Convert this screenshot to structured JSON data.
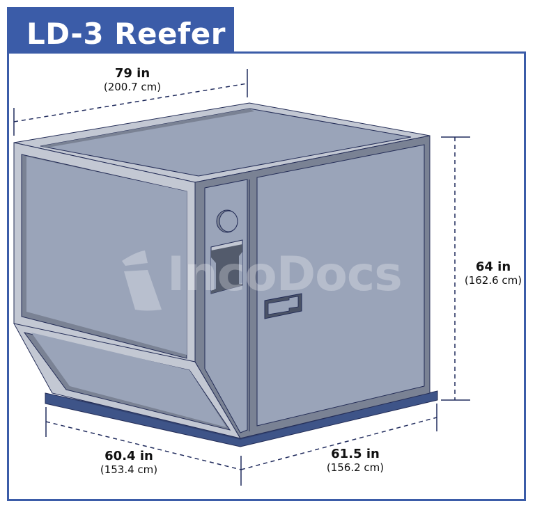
{
  "title": "LD-3 Reefer",
  "watermark": "IncoDocs",
  "colors": {
    "brand_blue": "#3b5ca8",
    "panel_fill": "#9aa4b9",
    "frame_light": "#c3c8d3",
    "frame_dark": "#7a8294",
    "outline": "#232c56",
    "base_plate": "#3e5488",
    "dimension_line": "#1f2a5c"
  },
  "dimensions": {
    "width": {
      "inches": "79 in",
      "cm": "(200.7 cm)"
    },
    "height": {
      "inches": "64 in",
      "cm": "(162.6 cm)"
    },
    "base_left": {
      "inches": "60.4 in",
      "cm": "(153.4 cm)"
    },
    "base_right": {
      "inches": "61.5 in",
      "cm": "(156.2 cm)"
    }
  }
}
